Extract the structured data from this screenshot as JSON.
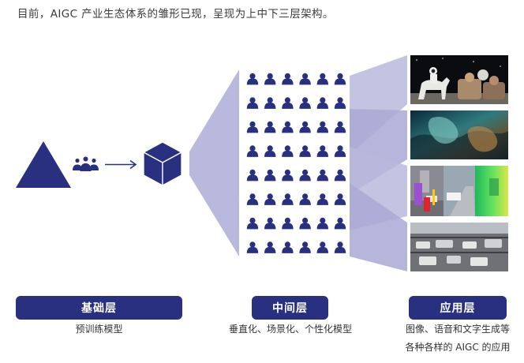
{
  "headline": "目前，AIGC 产业生态体系的雏形已现，呈现为上中下三层架构。",
  "colors": {
    "primary": "#28307f",
    "funnel": "#b9b9dd",
    "funnel_dark": "#8d8dc4"
  },
  "icons": {
    "base_shape": "triangle-icon",
    "group": "people-group-icon",
    "arrow": "arrow-right-icon",
    "model": "cube-icon",
    "crowd": "person-icon-grid",
    "app_images": [
      "astronaut-horse-image",
      "abstract-art-image",
      "street-segmentation-image",
      "driving-scene-image"
    ]
  },
  "layers": [
    {
      "label": "基础层",
      "desc_lines": [
        "预训练模型"
      ]
    },
    {
      "label": "中间层",
      "desc_lines": [
        "垂直化、场景化、个性化模型"
      ]
    },
    {
      "label": "应用层",
      "desc_lines": [
        "图像、语音和文字生成等",
        "各种各样的 AIGC 的应用"
      ]
    }
  ]
}
